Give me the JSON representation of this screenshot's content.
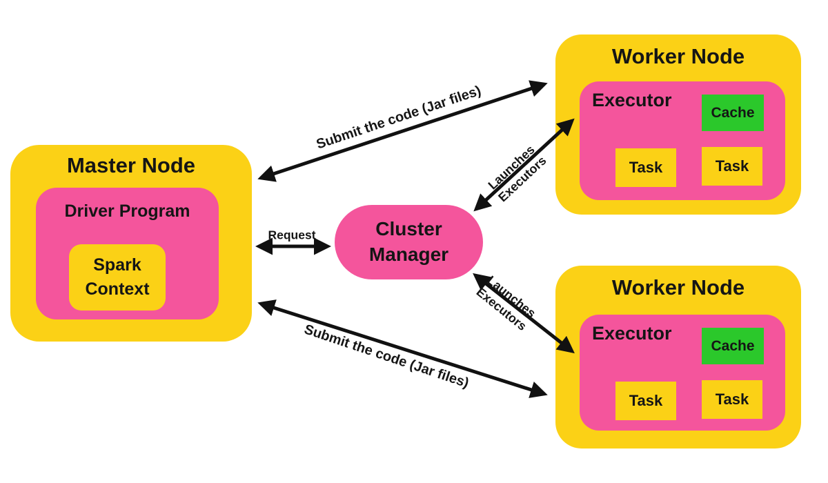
{
  "colors": {
    "yellow": "#FBD116",
    "pink": "#F4559C",
    "green": "#2BC82B",
    "arrow": "#111111",
    "text": "#151515",
    "background": "#FFFFFF"
  },
  "nodes": {
    "master": {
      "title": "Master Node",
      "driver": {
        "title": "Driver Program",
        "spark_context": {
          "line1": "Spark",
          "line2": "Context"
        }
      }
    },
    "cluster_manager": {
      "line1": "Cluster",
      "line2": "Manager"
    },
    "worker_top": {
      "title": "Worker Node",
      "executor_label": "Executor",
      "cache_label": "Cache",
      "tasks": [
        "Task",
        "Task"
      ]
    },
    "worker_bottom": {
      "title": "Worker Node",
      "executor_label": "Executor",
      "cache_label": "Cache",
      "tasks": [
        "Task",
        "Task"
      ]
    }
  },
  "edges": {
    "submit_top": {
      "label": "Submit the code (Jar files)",
      "bidirectional": true
    },
    "request": {
      "label": "Request",
      "bidirectional": true
    },
    "launches_top": {
      "line1": "Launches",
      "line2": "Executors",
      "bidirectional": true
    },
    "launches_bottom": {
      "line1": "Launches",
      "line2": "Executors",
      "bidirectional": true
    },
    "submit_bottom": {
      "label": "Submit the code (Jar files)",
      "bidirectional": true
    }
  }
}
